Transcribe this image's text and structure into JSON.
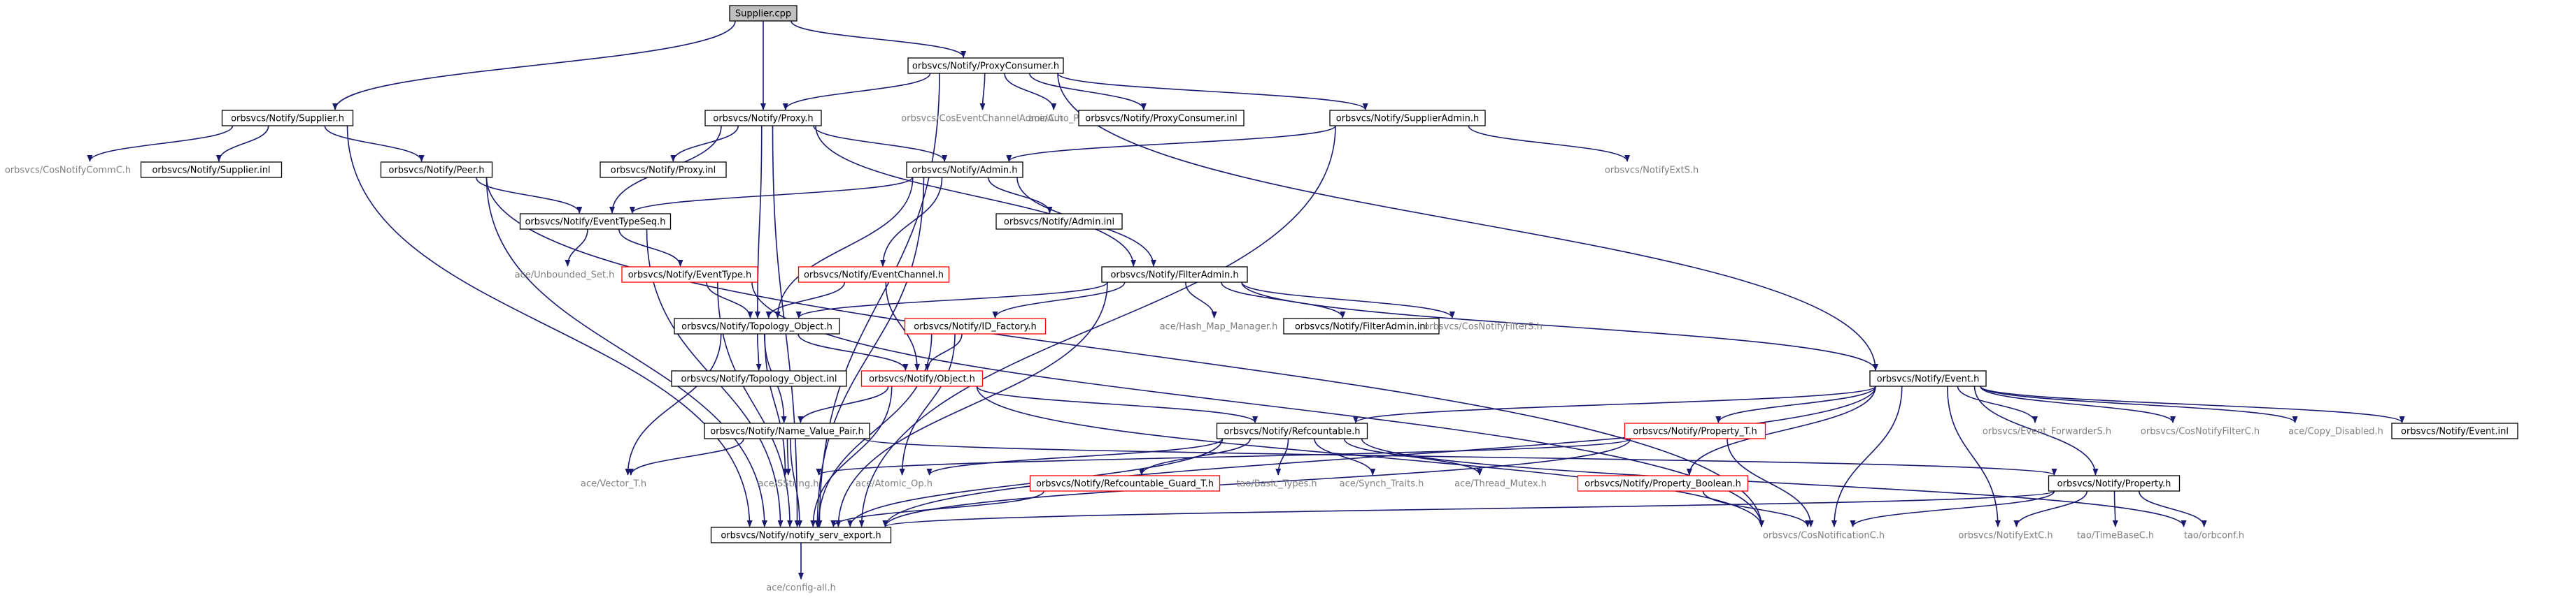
{
  "colors": {
    "edge": "#191970",
    "root_fill": "#bfbfbf",
    "border": "#000000",
    "incomplete_border": "#ff0000",
    "external_text": "#7f7f7f"
  },
  "graph": {
    "root": "n0",
    "nodes": [
      {
        "id": "n0",
        "label": "Supplier.cpp",
        "style": "root"
      },
      {
        "id": "n1",
        "label": "orbsvcs/Notify/ProxyConsumer.h",
        "style": "plain"
      },
      {
        "id": "n2",
        "label": "orbsvcs/Notify/Supplier.h",
        "style": "plain"
      },
      {
        "id": "n3",
        "label": "orbsvcs/Notify/Proxy.h",
        "style": "plain"
      },
      {
        "id": "n4",
        "label": "orbsvcs/CosEventChannelAdminC.h",
        "style": "external"
      },
      {
        "id": "n5",
        "label": "ace/Auto_Ptr.h",
        "style": "external"
      },
      {
        "id": "n6",
        "label": "orbsvcs/Notify/ProxyConsumer.inl",
        "style": "plain"
      },
      {
        "id": "n7",
        "label": "orbsvcs/Notify/SupplierAdmin.h",
        "style": "plain"
      },
      {
        "id": "n8",
        "label": "orbsvcs/CosNotifyCommC.h",
        "style": "external"
      },
      {
        "id": "n9",
        "label": "orbsvcs/Notify/Supplier.inl",
        "style": "plain"
      },
      {
        "id": "n10",
        "label": "orbsvcs/Notify/Peer.h",
        "style": "plain"
      },
      {
        "id": "n11",
        "label": "orbsvcs/Notify/Proxy.inl",
        "style": "plain"
      },
      {
        "id": "n12",
        "label": "orbsvcs/Notify/Admin.h",
        "style": "plain"
      },
      {
        "id": "n13",
        "label": "orbsvcs/NotifyExtS.h",
        "style": "external"
      },
      {
        "id": "n14",
        "label": "orbsvcs/Notify/EventTypeSeq.h",
        "style": "plain"
      },
      {
        "id": "n15",
        "label": "orbsvcs/Notify/Admin.inl",
        "style": "plain"
      },
      {
        "id": "n16",
        "label": "ace/Unbounded_Set.h",
        "style": "external"
      },
      {
        "id": "n17",
        "label": "orbsvcs/Notify/EventType.h",
        "style": "incomplete"
      },
      {
        "id": "n18",
        "label": "orbsvcs/Notify/EventChannel.h",
        "style": "incomplete"
      },
      {
        "id": "n19",
        "label": "orbsvcs/Notify/FilterAdmin.h",
        "style": "plain"
      },
      {
        "id": "n20",
        "label": "orbsvcs/Notify/Topology_Object.h",
        "style": "plain"
      },
      {
        "id": "n21",
        "label": "orbsvcs/Notify/ID_Factory.h",
        "style": "incomplete"
      },
      {
        "id": "n22",
        "label": "ace/Hash_Map_Manager.h",
        "style": "external"
      },
      {
        "id": "n23",
        "label": "orbsvcs/Notify/FilterAdmin.inl",
        "style": "plain"
      },
      {
        "id": "n24",
        "label": "orbsvcs/CosNotifyFilterS.h",
        "style": "external"
      },
      {
        "id": "n25",
        "label": "orbsvcs/Notify/Topology_Object.inl",
        "style": "plain"
      },
      {
        "id": "n26",
        "label": "orbsvcs/Notify/Object.h",
        "style": "incomplete"
      },
      {
        "id": "n27",
        "label": "orbsvcs/Notify/Event.h",
        "style": "plain"
      },
      {
        "id": "n28",
        "label": "orbsvcs/Notify/Name_Value_Pair.h",
        "style": "plain"
      },
      {
        "id": "n29",
        "label": "orbsvcs/Notify/Refcountable.h",
        "style": "plain"
      },
      {
        "id": "n30",
        "label": "orbsvcs/Notify/Property_T.h",
        "style": "incomplete"
      },
      {
        "id": "n31",
        "label": "orbsvcs/Event_ForwarderS.h",
        "style": "external"
      },
      {
        "id": "n32",
        "label": "orbsvcs/CosNotifyFilterC.h",
        "style": "external"
      },
      {
        "id": "n33",
        "label": "ace/Copy_Disabled.h",
        "style": "external"
      },
      {
        "id": "n34",
        "label": "orbsvcs/Notify/Event.inl",
        "style": "plain"
      },
      {
        "id": "n35",
        "label": "ace/Vector_T.h",
        "style": "external"
      },
      {
        "id": "n36",
        "label": "ace/SString.h",
        "style": "external"
      },
      {
        "id": "n37",
        "label": "ace/Atomic_Op.h",
        "style": "external"
      },
      {
        "id": "n38",
        "label": "orbsvcs/Notify/Refcountable_Guard_T.h",
        "style": "incomplete"
      },
      {
        "id": "n39",
        "label": "tao/Basic_Types.h",
        "style": "external"
      },
      {
        "id": "n40",
        "label": "ace/Synch_Traits.h",
        "style": "external"
      },
      {
        "id": "n41",
        "label": "ace/Thread_Mutex.h",
        "style": "external"
      },
      {
        "id": "n42",
        "label": "orbsvcs/Notify/Property_Boolean.h",
        "style": "incomplete"
      },
      {
        "id": "n43",
        "label": "orbsvcs/Notify/Property.h",
        "style": "plain"
      },
      {
        "id": "n44",
        "label": "orbsvcs/Notify/notify_serv_export.h",
        "style": "plain"
      },
      {
        "id": "n45",
        "label": "orbsvcs/CosNotificationC.h",
        "style": "external"
      },
      {
        "id": "n46",
        "label": "orbsvcs/NotifyExtC.h",
        "style": "external"
      },
      {
        "id": "n47",
        "label": "tao/TimeBaseC.h",
        "style": "external"
      },
      {
        "id": "n48",
        "label": "tao/orbconf.h",
        "style": "external"
      },
      {
        "id": "n49",
        "label": "ace/config-all.h",
        "style": "external"
      }
    ],
    "edges": [
      [
        "n0",
        "n1"
      ],
      [
        "n0",
        "n2"
      ],
      [
        "n0",
        "n3"
      ],
      [
        "n1",
        "n3"
      ],
      [
        "n1",
        "n4"
      ],
      [
        "n1",
        "n5"
      ],
      [
        "n1",
        "n6"
      ],
      [
        "n1",
        "n7"
      ],
      [
        "n1",
        "n44"
      ],
      [
        "n1",
        "n27"
      ],
      [
        "n2",
        "n8"
      ],
      [
        "n2",
        "n9"
      ],
      [
        "n2",
        "n10"
      ],
      [
        "n2",
        "n44"
      ],
      [
        "n3",
        "n11"
      ],
      [
        "n3",
        "n12"
      ],
      [
        "n3",
        "n14"
      ],
      [
        "n3",
        "n19"
      ],
      [
        "n3",
        "n20"
      ],
      [
        "n3",
        "n44"
      ],
      [
        "n7",
        "n12"
      ],
      [
        "n7",
        "n13"
      ],
      [
        "n7",
        "n44"
      ],
      [
        "n10",
        "n14"
      ],
      [
        "n10",
        "n44"
      ],
      [
        "n10",
        "n45"
      ],
      [
        "n12",
        "n14"
      ],
      [
        "n12",
        "n15"
      ],
      [
        "n12",
        "n18"
      ],
      [
        "n12",
        "n19"
      ],
      [
        "n12",
        "n20"
      ],
      [
        "n12",
        "n44"
      ],
      [
        "n14",
        "n16"
      ],
      [
        "n14",
        "n17"
      ],
      [
        "n14",
        "n44"
      ],
      [
        "n17",
        "n20"
      ],
      [
        "n17",
        "n44"
      ],
      [
        "n17",
        "n45"
      ],
      [
        "n18",
        "n20"
      ],
      [
        "n18",
        "n26"
      ],
      [
        "n19",
        "n20"
      ],
      [
        "n19",
        "n21"
      ],
      [
        "n19",
        "n22"
      ],
      [
        "n19",
        "n23"
      ],
      [
        "n19",
        "n24"
      ],
      [
        "n19",
        "n27"
      ],
      [
        "n19",
        "n44"
      ],
      [
        "n20",
        "n25"
      ],
      [
        "n20",
        "n26"
      ],
      [
        "n20",
        "n28"
      ],
      [
        "n20",
        "n35"
      ],
      [
        "n20",
        "n36"
      ],
      [
        "n21",
        "n26"
      ],
      [
        "n21",
        "n37"
      ],
      [
        "n21",
        "n44"
      ],
      [
        "n26",
        "n29"
      ],
      [
        "n26",
        "n28"
      ],
      [
        "n26",
        "n44"
      ],
      [
        "n26",
        "n45"
      ],
      [
        "n27",
        "n29"
      ],
      [
        "n27",
        "n30"
      ],
      [
        "n27",
        "n31"
      ],
      [
        "n27",
        "n32"
      ],
      [
        "n27",
        "n33"
      ],
      [
        "n27",
        "n34"
      ],
      [
        "n27",
        "n42"
      ],
      [
        "n27",
        "n43"
      ],
      [
        "n27",
        "n44"
      ],
      [
        "n27",
        "n45"
      ],
      [
        "n27",
        "n46"
      ],
      [
        "n28",
        "n35"
      ],
      [
        "n28",
        "n36"
      ],
      [
        "n28",
        "n43"
      ],
      [
        "n28",
        "n44"
      ],
      [
        "n29",
        "n37"
      ],
      [
        "n29",
        "n38"
      ],
      [
        "n29",
        "n39"
      ],
      [
        "n29",
        "n40"
      ],
      [
        "n29",
        "n41"
      ],
      [
        "n29",
        "n44"
      ],
      [
        "n29",
        "n48"
      ],
      [
        "n30",
        "n36"
      ],
      [
        "n30",
        "n44"
      ],
      [
        "n30",
        "n45"
      ],
      [
        "n38",
        "n44"
      ],
      [
        "n42",
        "n45"
      ],
      [
        "n43",
        "n44"
      ],
      [
        "n43",
        "n45"
      ],
      [
        "n43",
        "n46"
      ],
      [
        "n43",
        "n47"
      ],
      [
        "n43",
        "n48"
      ],
      [
        "n44",
        "n49"
      ]
    ]
  }
}
